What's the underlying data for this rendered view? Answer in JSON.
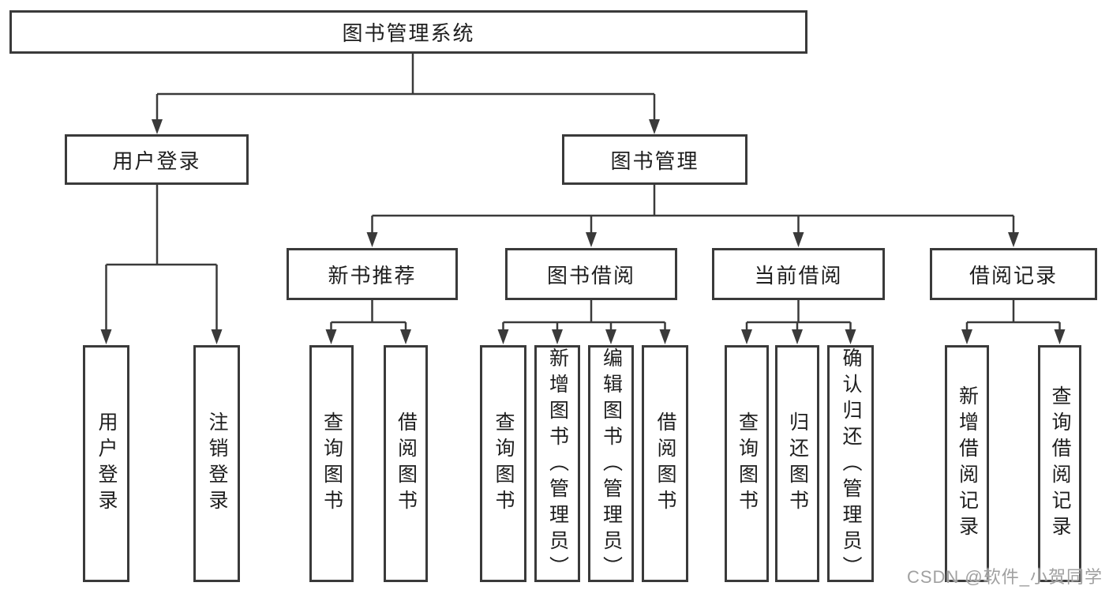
{
  "diagram": {
    "title": "图书管理系统",
    "type": "functional-structure-tree",
    "tree": {
      "label": "图书管理系统",
      "children": [
        {
          "label": "用户登录",
          "children": [
            {
              "label": "用户登录"
            },
            {
              "label": "注销登录"
            }
          ]
        },
        {
          "label": "图书管理",
          "children": [
            {
              "label": "新书推荐",
              "children": [
                {
                  "label": "查询图书"
                },
                {
                  "label": "借阅图书"
                }
              ]
            },
            {
              "label": "图书借阅",
              "children": [
                {
                  "label": "查询图书"
                },
                {
                  "label": "新增图书（管理员）"
                },
                {
                  "label": "编辑图书（管理员）"
                },
                {
                  "label": "借阅图书"
                }
              ]
            },
            {
              "label": "当前借阅",
              "children": [
                {
                  "label": "查询图书"
                },
                {
                  "label": "归还图书"
                },
                {
                  "label": "确认归还（管理员）"
                }
              ]
            },
            {
              "label": "借阅记录",
              "children": [
                {
                  "label": "新增借阅记录"
                },
                {
                  "label": "查询借阅记录"
                }
              ]
            }
          ]
        }
      ]
    },
    "watermark": "CSDN @软件_小贺同学",
    "colors": {
      "line": "#3a3a3a",
      "box_border": "#3a3a3a",
      "text": "#1e1e1e",
      "background": "#ffffff",
      "watermark": "#a0a0a0"
    }
  }
}
